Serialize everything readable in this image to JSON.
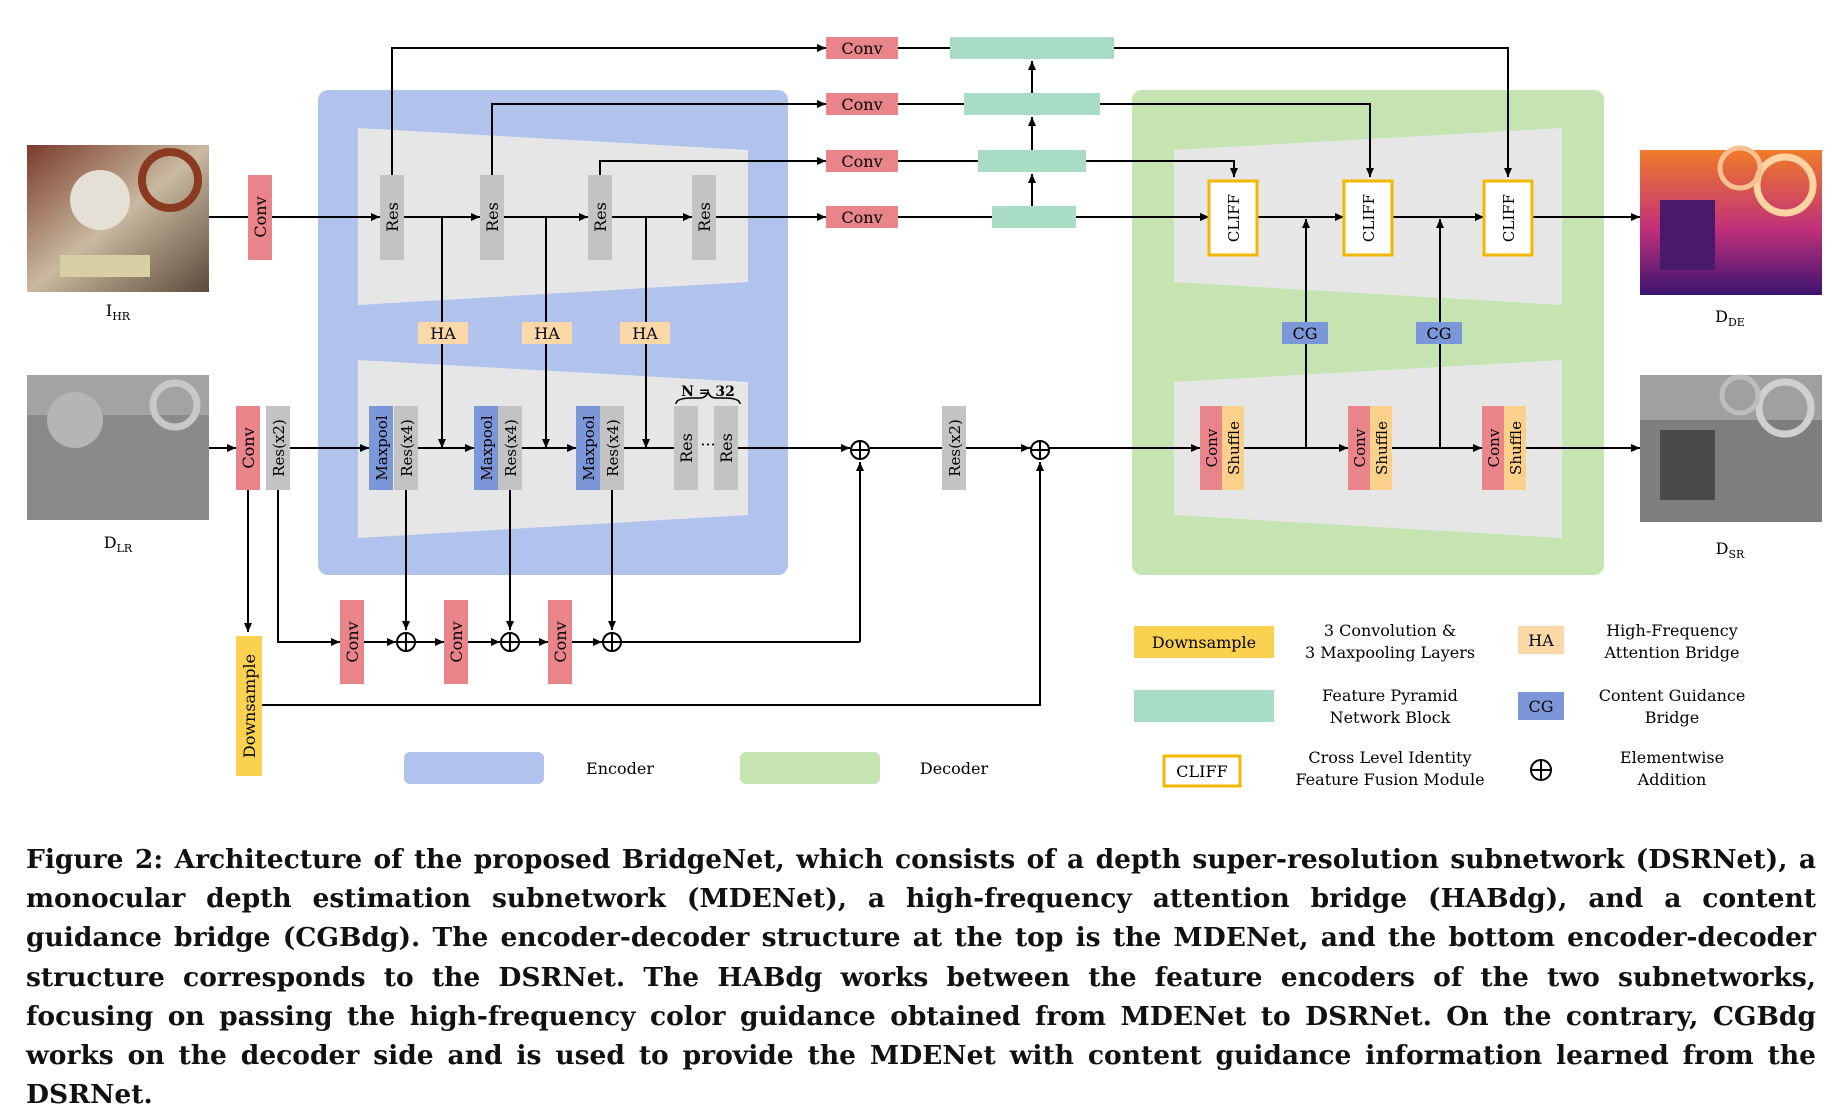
{
  "figure": {
    "caption": "Figure 2: Architecture of the proposed BridgeNet, which consists of a depth super-resolution subnetwork (DSRNet), a monocular depth estimation subnetwork (MDENet), a high-frequency attention bridge (HABdg), and a content guidance bridge (CGBdg). The encoder-decoder structure at the top is the MDENet, and the bottom encoder-decoder structure corresponds to the DSRNet. The HABdg works between the feature encoders of the two subnetworks, focusing on passing the high-frequency color guidance obtained from MDENet to DSRNet. On the contrary, CGBdg works on the decoder side and is used to provide the MDENet with content guidance information learned from the DSRNet."
  },
  "images": {
    "input_color": "I",
    "input_color_sub": "HR",
    "input_depth": "D",
    "input_depth_sub": "LR",
    "output_de": "D",
    "output_de_sub": "DE",
    "output_sr": "D",
    "output_sr_sub": "SR"
  },
  "blocks": {
    "conv": "Conv",
    "res": "Res",
    "res_x2": "Res(x2)",
    "res_x4": "Res(x4)",
    "maxpool": "Maxpool",
    "ha": "HA",
    "cg": "CG",
    "cliff": "CLIFF",
    "shuffle": "Shuffle",
    "downsample": "Downsample",
    "n_label": "N  =  32",
    "ellipsis": "···"
  },
  "legend": {
    "downsample_label": "Downsample",
    "downsample_desc_1": "3  Convolution  &",
    "downsample_desc_2": "3  Maxpooling  Layers",
    "ha_label": "HA",
    "ha_desc_1": "High-Frequency",
    "ha_desc_2": "Attention  Bridge",
    "fpn_desc_1": "Feature  Pyramid",
    "fpn_desc_2": "Network  Block",
    "cg_label": "CG",
    "cg_desc_1": "Content  Guidance",
    "cg_desc_2": "Bridge",
    "cliff_label": "CLIFF",
    "cliff_desc_1": "Cross  Level  Identity",
    "cliff_desc_2": "Feature  Fusion  Module",
    "add_desc_1": "Elementwise",
    "add_desc_2": "Addition",
    "encoder": "Encoder",
    "decoder": "Decoder"
  },
  "colors": {
    "conv": "#e8848a",
    "res": "#c3c3c3",
    "ha": "#fbd8a8",
    "cg": "#7b97d8",
    "maxpool": "#7b97d8",
    "shuffle": "#fbd08a",
    "downsample": "#fbd24f",
    "cliff_border": "#f2b800",
    "fpn": "#a9dcc4",
    "encoder_bg": "#b1c3ec",
    "decoder_bg": "#c5e4b2",
    "inner_gray": "#e6e6e6"
  }
}
